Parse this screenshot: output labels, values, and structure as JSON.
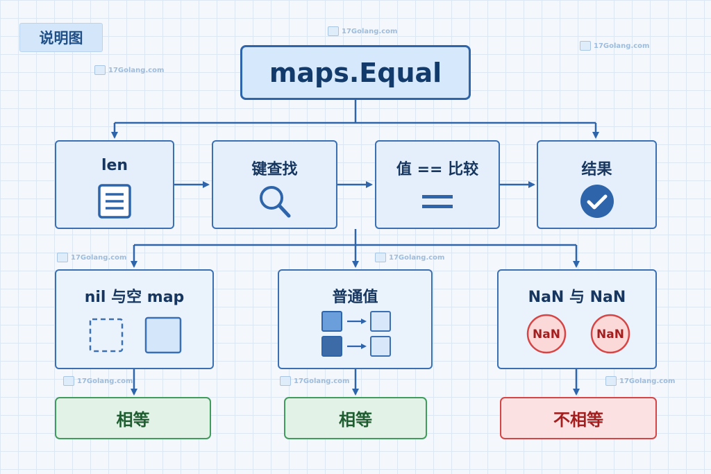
{
  "tag": "说明图",
  "title": "maps.Equal",
  "watermark": "17Golang.com",
  "steps": [
    {
      "label": "len",
      "icon": "document-list-icon"
    },
    {
      "label": "键查找",
      "icon": "magnifier-icon"
    },
    {
      "label": "值 == 比较",
      "icon": "equals-icon"
    },
    {
      "label": "结果",
      "icon": "check-circle-icon"
    }
  ],
  "cases": [
    {
      "label": "nil 与空 map",
      "icon": "dashed-and-solid-square-icon"
    },
    {
      "label": "普通值",
      "icon": "value-mapping-icon"
    },
    {
      "label": "NaN 与 NaN",
      "nan_left": "NaN",
      "nan_right": "NaN"
    }
  ],
  "results": [
    {
      "label": "相等",
      "color": "#3f9c5c"
    },
    {
      "label": "相等",
      "color": "#3f9c5c"
    },
    {
      "label": "不相等",
      "color": "#d64545"
    }
  ],
  "colors": {
    "primary_border": "#2d64aa",
    "box_fill": "#e4effb",
    "equal_green": "#3f9c5c",
    "not_equal_red": "#d64545"
  }
}
